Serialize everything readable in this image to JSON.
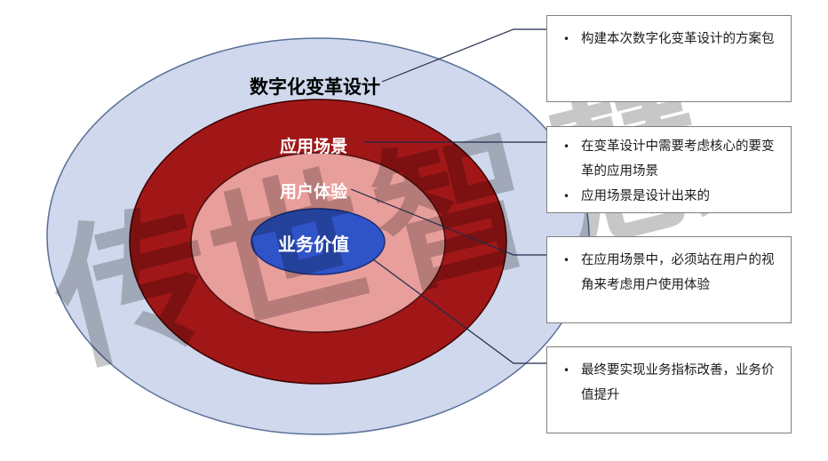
{
  "rings": {
    "outer": {
      "label": "数字化变革设计",
      "fill": "#cfd8ec",
      "stroke": "#5a6f98",
      "text_color": "#000000"
    },
    "second": {
      "label": "应用场景",
      "fill": "#a11717",
      "stroke": "#3f0000",
      "text_color": "#ffffff"
    },
    "third": {
      "label": "用户体验",
      "fill": "#e89e9a",
      "stroke": "#4a1010",
      "text_color": "#ffffff"
    },
    "core": {
      "label": "业务价值",
      "fill": "#2f54c8",
      "stroke": "#1a2f7a",
      "text_color": "#ffffff"
    }
  },
  "callouts": [
    {
      "items": [
        "构建本次数字化变革设计的方案包"
      ]
    },
    {
      "items": [
        "在变革设计中需要考虑核心的要变革的应用场景",
        "应用场景是设计出来的"
      ]
    },
    {
      "items": [
        "在应用场景中，必须站在用户的视角来考虑用户使用体验"
      ]
    },
    {
      "items": [
        "最终要实现业务指标改善，业务价值提升"
      ]
    }
  ],
  "watermark": {
    "text": "传世智慧",
    "color": "#000000"
  },
  "connector_color": "#1f2a4a"
}
